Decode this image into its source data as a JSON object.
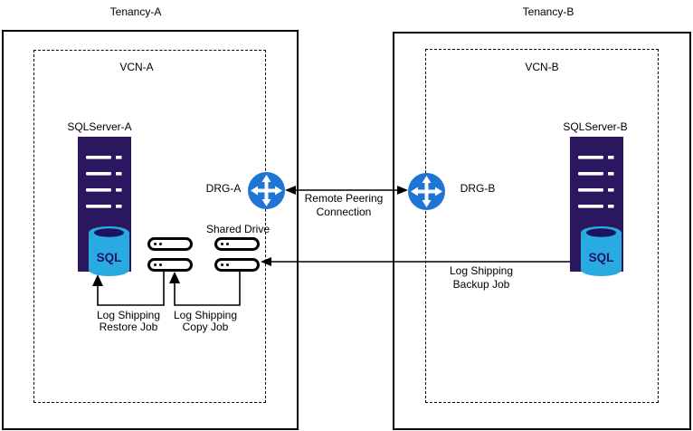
{
  "tenancies": {
    "a": {
      "label": "Tenancy-A",
      "vcn_label": "VCN-A"
    },
    "b": {
      "label": "Tenancy-B",
      "vcn_label": "VCN-B"
    }
  },
  "servers": {
    "a": {
      "label": "SQLServer-A",
      "db_text": "SQL"
    },
    "b": {
      "label": "SQLServer-B",
      "db_text": "SQL"
    }
  },
  "drgs": {
    "a": {
      "label": "DRG-A"
    },
    "b": {
      "label": "DRG-B"
    }
  },
  "shared_drive": {
    "label": "Shared Drive"
  },
  "connections": {
    "remote_peering": {
      "line1": "Remote Peering",
      "line2": "Connection"
    },
    "restore_job": {
      "line1": "Log Shipping",
      "line2": "Restore Job"
    },
    "copy_job": {
      "line1": "Log Shipping",
      "line2": "Copy Job"
    },
    "backup_job": {
      "line1": "Log Shipping",
      "line2": "Backup Job"
    }
  },
  "colors": {
    "server_tower": "#2b1760",
    "db_cylinder": "#29abe2",
    "db_dark": "#1a1262",
    "drg_blue": "#1e75d3",
    "line": "#000000",
    "background": "#ffffff"
  }
}
